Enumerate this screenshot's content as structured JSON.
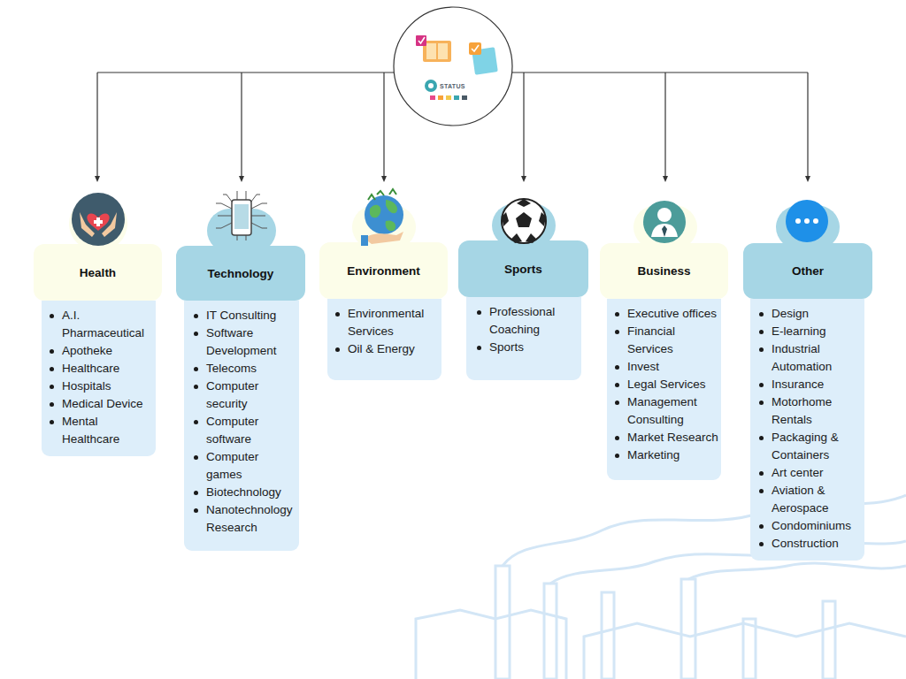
{
  "diagram": {
    "nodes": [
      {
        "text": [
          "Health"
        ]
      },
      {
        "text": [
          "A.I. Pharmaceutical",
          "Apotheke",
          "Healthcare",
          "Hospitals",
          "Medical Device",
          "Mental Healthcare"
        ]
      },
      {
        "text": [
          "Technology"
        ]
      },
      {
        "text": [
          "IT Consulting",
          "Software Development",
          "Telecoms",
          "Computer security",
          "Computer software",
          "Computer games",
          "Biotechnology",
          "Nanotechnology Research"
        ]
      },
      {
        "text": [
          "Environment"
        ]
      },
      {
        "text": [
          "Environmental Services",
          "Oil & Energy"
        ]
      },
      {
        "text": [
          "Sports"
        ]
      },
      {
        "text": [
          "Professional Coaching",
          "Sports"
        ]
      },
      {
        "text": [
          "Business"
        ]
      },
      {
        "text": [
          "Executive offices",
          "Financial Services",
          "Invest",
          "Legal Services",
          "Management Consulting",
          "Market Research",
          "Marketing"
        ]
      },
      {
        "text": [
          "Other"
        ]
      },
      {
        "text": [
          "Design",
          "E-learning",
          "Industrial Automation",
          "Insurance",
          "Motorhome Rentals",
          "Packaging & Containers",
          "Art center",
          "Aviation & Aerospace",
          "Condominiums",
          "Construction"
        ]
      }
    ],
    "labels": [
      "STATUS"
    ]
  }
}
